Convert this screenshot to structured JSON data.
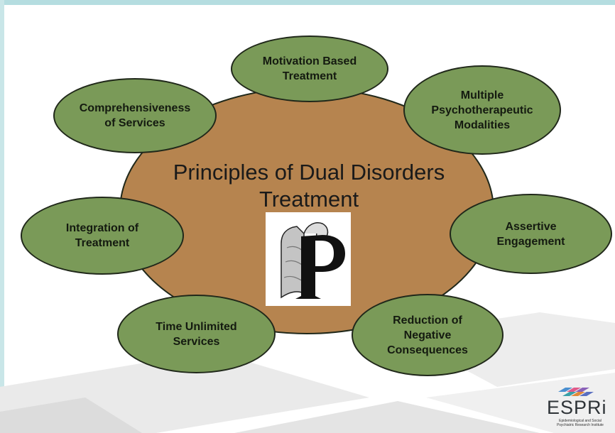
{
  "title": {
    "line1": "Principles of Dual Disorders",
    "line2": "Treatment"
  },
  "center_icon": "scroll-letter-p-icon",
  "nodes": {
    "motivation": {
      "line1": "Motivation Based",
      "line2": "Treatment"
    },
    "multiple": {
      "line1": "Multiple",
      "line2": "Psychotherapeutic",
      "line3": "Modalities"
    },
    "assertive": {
      "line1": "Assertive",
      "line2": "Engagement"
    },
    "reduction": {
      "line1": "Reduction of",
      "line2": "Negative",
      "line3": "Consequences"
    },
    "time": {
      "line1": "Time Unlimited",
      "line2": "Services"
    },
    "integration": {
      "line1": "Integration of",
      "line2": "Treatment"
    },
    "comprehensive": {
      "line1": "Comprehensiveness",
      "line2": "of Services"
    }
  },
  "logo": {
    "word": "ESPRi",
    "subtitle": "Epidemiological and Social Psychiatric Research Institute",
    "icon": "esprit-stripes-icon"
  },
  "colors": {
    "center_fill": "#b6844f",
    "node_fill": "#7a9a58",
    "outline": "#20281a",
    "accent_rule": "#b5dde0"
  }
}
